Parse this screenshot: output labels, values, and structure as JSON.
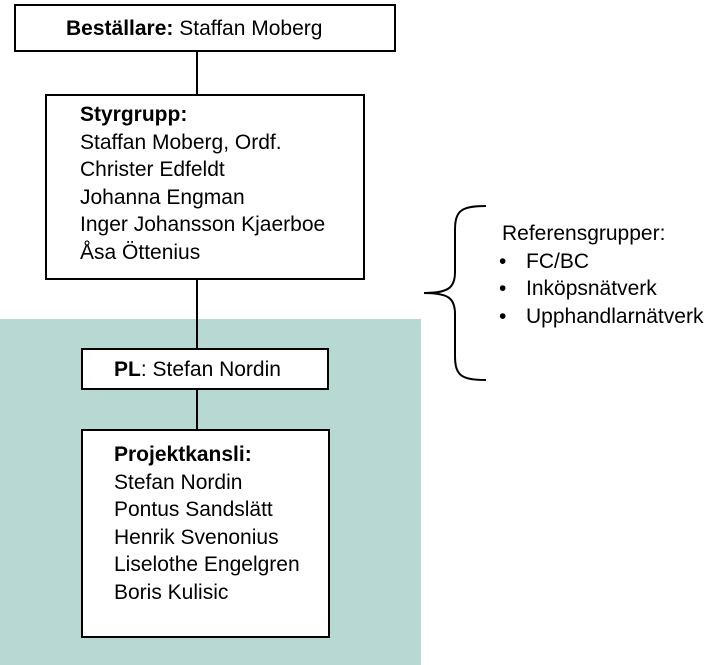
{
  "bestallare": {
    "label": "Beställare:",
    "name": "Staffan Moberg"
  },
  "styrgrupp": {
    "label": "Styrgrupp:",
    "members": [
      "Staffan Moberg, Ordf.",
      "Christer Edfeldt",
      "Johanna Engman",
      "Inger Johansson Kjaerboe",
      "Åsa Öttenius"
    ]
  },
  "pl": {
    "label": "PL",
    "separator": ":",
    "name": "Stefan Nordin"
  },
  "projektkansli": {
    "label": "Projektkansli:",
    "members": [
      "Stefan Nordin",
      "Pontus Sandslätt",
      "Henrik Svenonius",
      "Liselothe Engelgren",
      "Boris Kulisic"
    ]
  },
  "referensgrupper": {
    "label": "Referensgrupper:",
    "bullet": "•",
    "items": [
      "FC/BC",
      "Inköpsnätverk",
      "Upphandlarnätverk"
    ]
  },
  "colors": {
    "panel": "#b8d8d4",
    "line": "#000000",
    "box_bg": "#ffffff"
  }
}
